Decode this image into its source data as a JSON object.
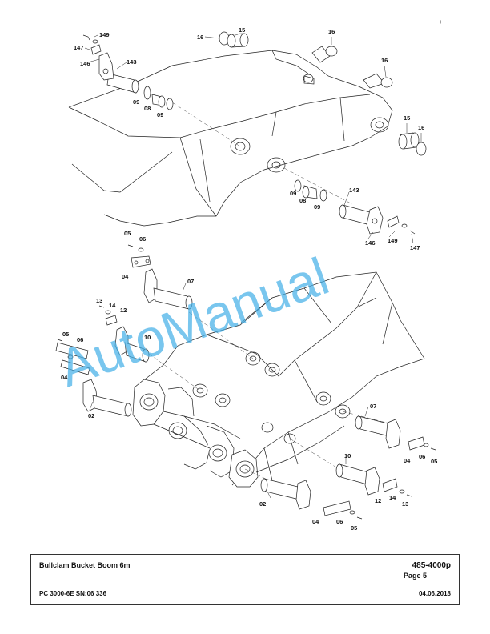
{
  "labels": {
    "l149a": "149",
    "l147a": "147",
    "l146a": "146",
    "l143a": "143",
    "l09a": "09",
    "l08a": "08",
    "l09b": "09",
    "l16a": "16",
    "l15a": "15",
    "l16b": "16",
    "l16c": "16",
    "l15b": "15",
    "l16d": "16",
    "l09c": "09",
    "l08b": "08",
    "l09d": "09",
    "l143b": "143",
    "l146b": "146",
    "l149b": "149",
    "l147b": "147",
    "l05a": "05",
    "l06a": "06",
    "l04a": "04",
    "l07a": "07",
    "l13a": "13",
    "l14a": "14",
    "l12a": "12",
    "l10a": "10",
    "l05b": "05",
    "l06b": "06",
    "l04b": "04",
    "l02a": "02",
    "l07b": "07",
    "l04c": "04",
    "l06c": "06",
    "l05c": "05",
    "l10b": "10",
    "l12b": "12",
    "l14b": "14",
    "l13b": "13",
    "l02b": "02",
    "l04d": "04",
    "l06d": "06",
    "l05d": "05"
  },
  "watermark": "AutoManual",
  "footer": {
    "title": "Bullclam Bucket Boom 6m",
    "doc_number": "485-4000p",
    "page": "Page 5",
    "model": "PC 3000-6E SN:06 336",
    "date": "04.06.2018"
  },
  "colors": {
    "watermark": "#45b0e8"
  }
}
